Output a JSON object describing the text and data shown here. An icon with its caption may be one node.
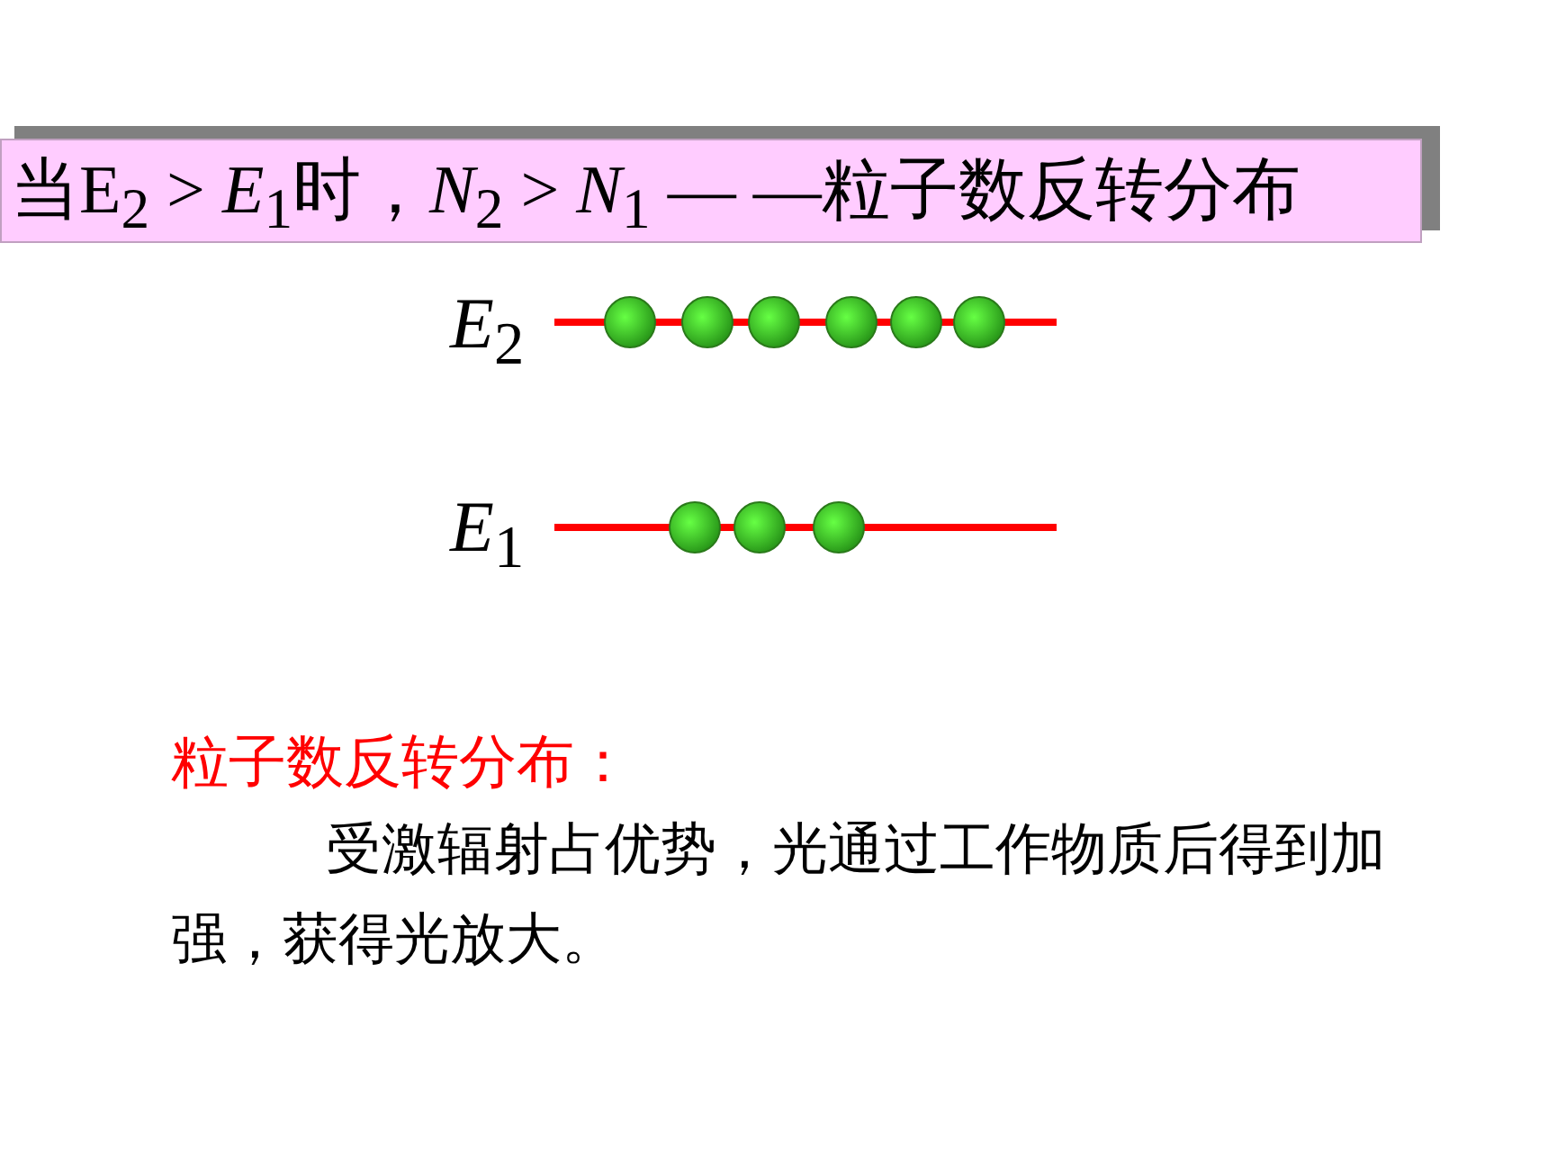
{
  "diagram": {
    "title": "当E$_{2}$ > *E*$_{1}$时，*N*$_{2}$ > *N*$_{1}$ — —粒子数反转分布",
    "labels": [
      "*E*$_{2}$",
      "*E*$_{1}$",
      "粒子数反转分布：",
      "受激辐射占优势，光通过工作物质后得到加强，获得光放大。"
    ]
  }
}
